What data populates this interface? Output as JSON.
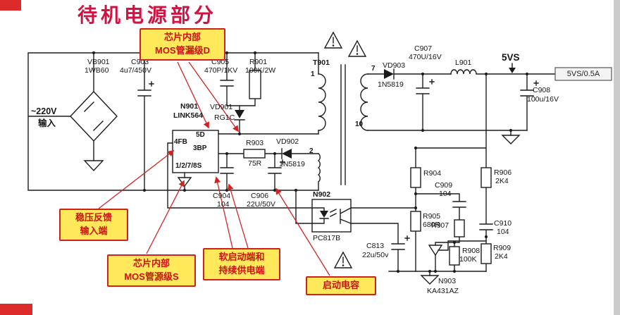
{
  "title": "待机电源部分",
  "colors": {
    "title_text": "#cf1443",
    "callout_bg": "#ffe95a",
    "callout_border": "#d02020",
    "callout_text": "#cc1111",
    "badge_bg": "#dd2b2b",
    "wire": "#1c1c1c",
    "red_line": "#d42222"
  },
  "callouts": {
    "drain": {
      "line1": "芯片内部",
      "line2": "MOS管漏级D"
    },
    "feedback": {
      "line1": "稳压反馈",
      "line2": "输入端"
    },
    "source": {
      "line1": "芯片内部",
      "line2": "MOS管源级S"
    },
    "softstart": {
      "line1": "软启动端和",
      "line2": "持续供电端"
    },
    "startup": {
      "label": "启动电容"
    }
  },
  "input": {
    "line1": "~220V",
    "line2": "输入"
  },
  "rail": {
    "label": "5VS"
  },
  "output": {
    "label": "5VS/0.5A"
  },
  "components": {
    "vb901": {
      "ref": "VB901",
      "value": "1WB60"
    },
    "c903": {
      "ref": "C903",
      "value": "4u7/450V"
    },
    "n901": {
      "ref": "N901",
      "value": "LINK564",
      "pin_d": "5D",
      "pin_bp": "3BP",
      "pin_fb": "4FB",
      "pin_s": "1/2/7/8S"
    },
    "c905": {
      "ref": "C905",
      "value": "470P/1KV"
    },
    "r901": {
      "ref": "R901",
      "value": "100K/2W"
    },
    "vd901": {
      "ref": "VD901",
      "value": "RG1C"
    },
    "t901": {
      "ref": "T901",
      "pin1": "1",
      "pin2": "2",
      "pin7": "7",
      "pin10": "10"
    },
    "vd903": {
      "ref": "VD903",
      "value": "1N5819"
    },
    "c907": {
      "ref": "C907",
      "value": "470U/16V"
    },
    "l901": {
      "ref": "L901"
    },
    "c908": {
      "ref": "C908",
      "value": "100u/16V"
    },
    "r903": {
      "ref": "R903",
      "value": "75R"
    },
    "vd902": {
      "ref": "VD902",
      "value": "1N5819"
    },
    "c904": {
      "ref": "C904",
      "value": "104"
    },
    "c906": {
      "ref": "C906",
      "value": "22U/50V"
    },
    "n902": {
      "ref": "N902",
      "value": "PC817B"
    },
    "r904": {
      "ref": "R904"
    },
    "r905": {
      "ref": "R905",
      "value": "680R"
    },
    "r906": {
      "ref": "R906",
      "value": "2K4"
    },
    "r907": {
      "ref": "R907"
    },
    "r908": {
      "ref": "R908",
      "value": "100K"
    },
    "r909": {
      "ref": "R909",
      "value": "2K4"
    },
    "c909": {
      "ref": "C909",
      "value": "104"
    },
    "c910": {
      "ref": "C910",
      "value": "104"
    },
    "c813": {
      "ref": "C813",
      "value": "22u/50v"
    },
    "n903": {
      "ref": "N903",
      "value": "KA431AZ"
    }
  }
}
